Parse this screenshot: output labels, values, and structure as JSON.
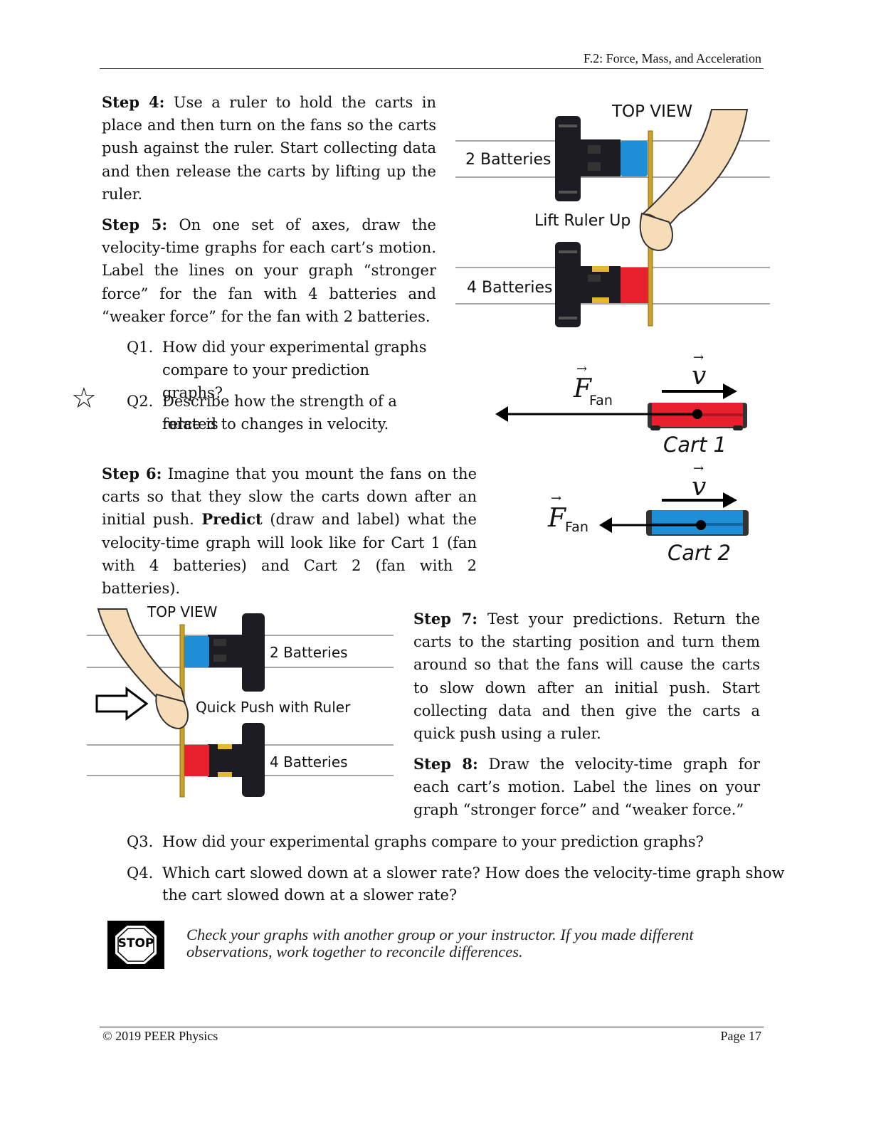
{
  "header": {
    "title": "F.2: Force, Mass, and Acceleration"
  },
  "steps": {
    "step4": {
      "label": "Step 4:",
      "text": "Use a ruler to hold the carts in place and then turn on the fans so the carts push against the ruler. Start collecting data and then release the carts by lifting up the ruler."
    },
    "step5": {
      "label": "Step 5:",
      "text": "On one set of axes, draw the velocity-time graphs for each cart’s motion.  Label the lines on your graph “stronger force” for the fan with 4 batteries and “weaker force” for the fan with 2 batteries."
    },
    "step6": {
      "label": "Step 6:",
      "text_a": "Imagine that you mount the fans on the carts so that they slow the carts down after an initial push.",
      "predict": "Predict",
      "text_b": "(draw and label) what the velocity-time graph will look like for Cart 1 (fan with 4 batteries) and Cart 2 (fan with 2 batteries)."
    },
    "step7": {
      "label": "Step 7:",
      "text": "Test your predictions. Return the carts to the starting position and turn them around so that the fans will cause the carts to slow down after an initial push.  Start collecting data and then give the carts a quick push using a ruler."
    },
    "step8": {
      "label": "Step 8:",
      "text": "Draw the velocity-time graph for each cart’s motion.  Label the lines on your graph “stronger force” and “weaker force.”"
    }
  },
  "questions": [
    {
      "num": "Q1.",
      "line1": "How did your experimental graphs",
      "line2": "compare to your prediction graphs?"
    },
    {
      "num": "Q2.",
      "line1": "Describe how the strength of a force is",
      "line2": "related to changes in velocity."
    },
    {
      "num": "Q3.",
      "line1": "How did your experimental graphs compare to your prediction graphs?"
    },
    {
      "num": "Q4.",
      "line1": "Which cart slowed down at a slower rate?  How does the velocity-time graph show",
      "line2": "the cart slowed down at a slower rate?"
    }
  ],
  "figure_top": {
    "top_view": "TOP VIEW",
    "batt2": "2 Batteries",
    "lift": "Lift Ruler Up",
    "batt4": "4 Batteries"
  },
  "figure_carts": {
    "f_symbol": "F",
    "f_sub": "Fan",
    "v_symbol": "v",
    "cart1": "Cart 1",
    "cart2": "Cart 2"
  },
  "figure_bottom": {
    "top_view": "TOP VIEW",
    "batt2": "2 Batteries",
    "push": "Quick Push with Ruler",
    "batt4": "4 Batteries"
  },
  "stop": {
    "sign": "STOP",
    "line1": "Check your graphs with another group or your instructor.  If you made different",
    "line2": "observations, work together to reconcile differences."
  },
  "footer": {
    "left": "© 2019 PEER Physics",
    "right": "Page 17"
  },
  "colors": {
    "blue": "#1e8fd6",
    "red": "#e8202e",
    "ruler": "#c9a227",
    "dark": "#1c1c22"
  }
}
